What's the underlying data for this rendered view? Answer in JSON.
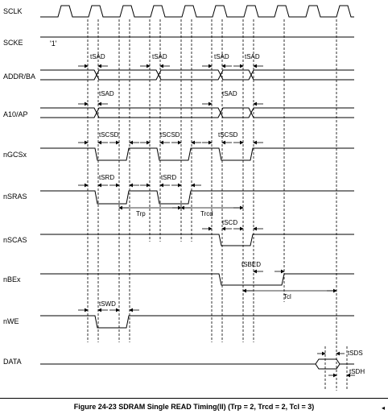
{
  "signals": {
    "sclk": "SCLK",
    "scke": "SCKE",
    "scke_value": "'1'",
    "addr": "ADDR/BA",
    "a10": "A10/AP",
    "ngcs": "nGCSx",
    "nsras": "nSRAS",
    "nscas": "nSCAS",
    "nbe": "nBEx",
    "nwe": "nWE",
    "data": "DATA"
  },
  "timing_labels": {
    "tsad_addr": [
      "tSAD",
      "tSAD",
      "tSAD",
      "tSAD"
    ],
    "tsad_a10": [
      "tSAD",
      "tSAD"
    ],
    "tscsd": [
      "tSCSD",
      "tSCSD",
      "tSCSD"
    ],
    "tsrd": [
      "tSRD",
      "tSRD"
    ],
    "trp": "Trp",
    "trcd": "Trcd",
    "tscd": "tSCD",
    "tsbed": "tSBED",
    "tcl": "Tcl",
    "tswd": "tSWD",
    "tsds": "tSDS",
    "tsdh": "tSDH"
  },
  "caption": "Figure 24-23 SDRAM Single READ Timing(II) (Trp = 2, Trcd = 2, Tcl = 3)",
  "corner_mark": "◂"
}
